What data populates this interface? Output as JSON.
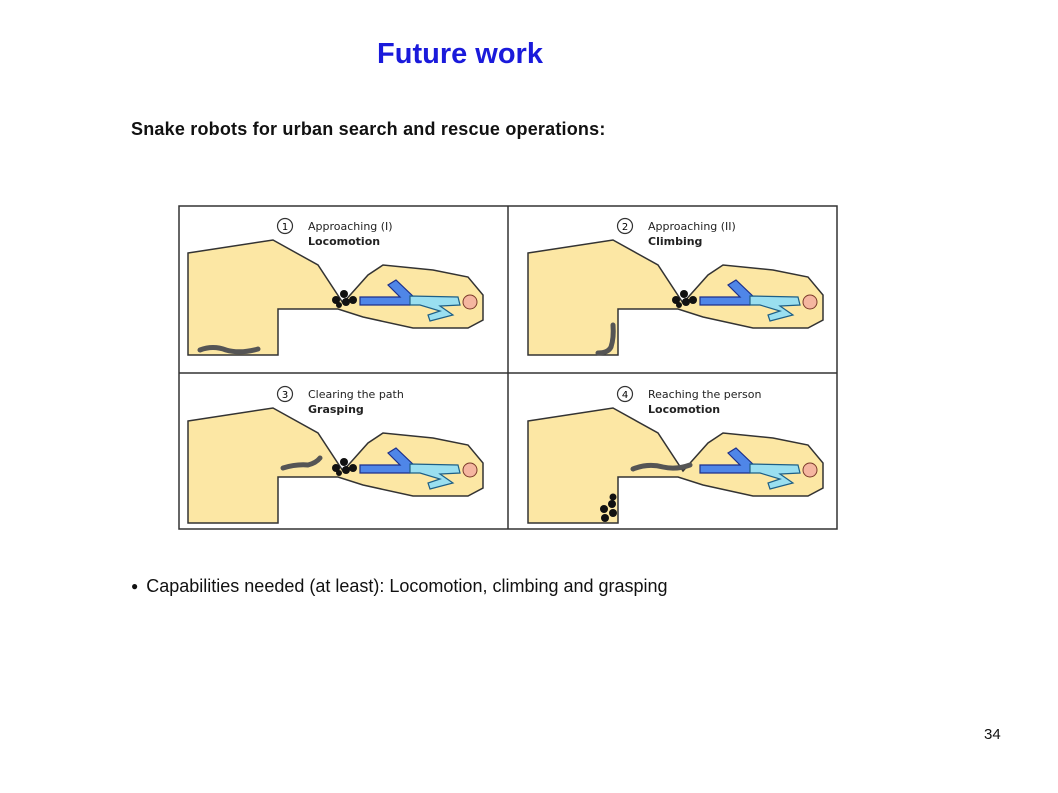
{
  "slide": {
    "title": "Future work",
    "subtitle": "Snake robots for urban search and rescue operations:",
    "bullet": "Capabilities needed (at least): Locomotion, climbing and grasping",
    "page_number": "34"
  },
  "figure": {
    "panels": [
      {
        "number": "1",
        "caption": "Approaching (I)",
        "action": "Locomotion"
      },
      {
        "number": "2",
        "caption": "Approaching (II)",
        "action": "Climbing"
      },
      {
        "number": "3",
        "caption": "Clearing the path",
        "action": "Grasping"
      },
      {
        "number": "4",
        "caption": "Reaching the person",
        "action": "Locomotion"
      }
    ],
    "colors": {
      "rubble": "#fce7a4",
      "outline": "#333333",
      "person_body": "#4f86e8",
      "person_legs": "#9adff0",
      "person_head": "#f5b6a0",
      "robot": "#8a8a8a",
      "rocks": "#111111"
    }
  }
}
